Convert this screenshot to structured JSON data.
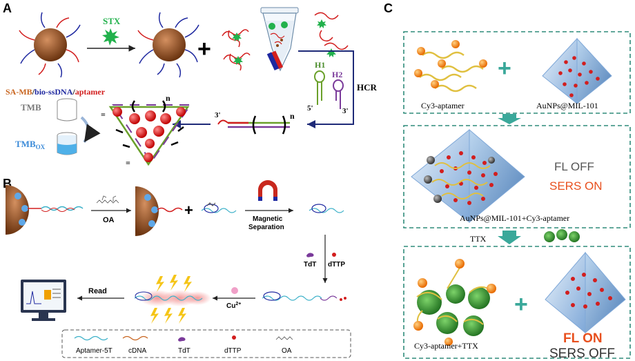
{
  "panels": {
    "A": {
      "label": "A",
      "stx": "STX",
      "plus": "+",
      "caption_parts": [
        "SA-MB",
        "/",
        "bio-ssDNA",
        "/",
        "aptamer"
      ],
      "caption_colors": [
        "#c8641e",
        "#000000",
        "#1e28a0",
        "#000000",
        "#d21e1e"
      ],
      "hcr": "HCR",
      "h1": "H1",
      "h2": "H2",
      "five_prime": "5'",
      "three_prime": "3'",
      "three_prime_dup": "3'",
      "n_top": "n",
      "n_right": "n",
      "tmb": "TMB",
      "tmb_ox": "TMB",
      "tmb_ox_sub": "OX"
    },
    "B": {
      "label": "B",
      "oa": "OA",
      "plus": "+",
      "magnetic": "Magnetic",
      "separation": "Separation",
      "tdt": "TdT",
      "dttp": "dTTP",
      "cu": "Cu",
      "cu_sup": "2+",
      "read": "Read",
      "legend": [
        "Aptamer-5T",
        "cDNA",
        "TdT",
        "dTTP",
        "OA"
      ]
    },
    "C": {
      "label": "C",
      "plus1": "+",
      "cy3": "Cy3-aptamer",
      "aunps": "AuNPs@MIL-101",
      "fl_off": "FL OFF",
      "sers_on": "SERS ON",
      "combo": "AuNPs@MIL-101+Cy3-aptamer",
      "ttx": "TTX",
      "plus2": "+",
      "cy3_ttx": "Cy3-aptamer+TTX",
      "fl_on": "FL ON",
      "sers_off": "SERS OFF"
    }
  },
  "colors": {
    "dashed_box": "#2e8b7a",
    "bead": "#8b4513",
    "aptamer_red": "#d21e1e",
    "ssdna_blue": "#1e28a0",
    "stx_green": "#22b14c",
    "hcr_line": "#1e2a78",
    "sers_orange": "#e8501e",
    "teal_arrow": "#3aa89a",
    "crystal_blue": "#9ec3e6"
  }
}
